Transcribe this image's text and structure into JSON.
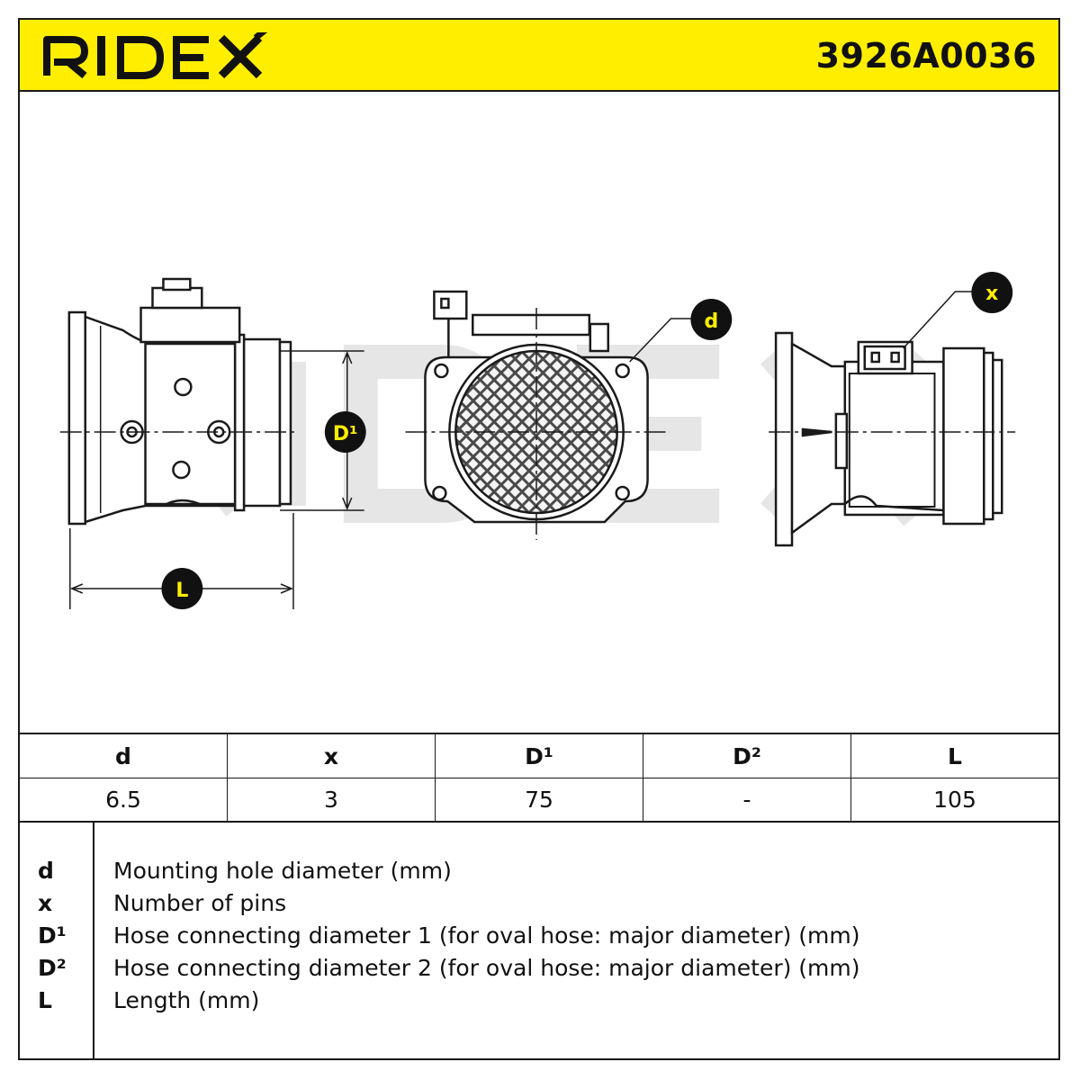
{
  "header": {
    "logo_text": "RIDEX",
    "part_number": "3926A0036"
  },
  "drawing": {
    "watermark": "RIDEX",
    "callouts": {
      "D1": "D¹",
      "L": "L",
      "d": "d",
      "x": "x"
    }
  },
  "spec_table": {
    "columns": [
      "d",
      "x",
      "D¹",
      "D²",
      "L"
    ],
    "values": [
      "6.5",
      "3",
      "75",
      "-",
      "105"
    ]
  },
  "legend": [
    {
      "symbol": "d",
      "text": "Mounting hole diameter (mm)"
    },
    {
      "symbol": "x",
      "text": "Number of pins"
    },
    {
      "symbol": "D¹",
      "text": "Hose connecting diameter 1 (for oval hose: major diameter) (mm)"
    },
    {
      "symbol": "D²",
      "text": "Hose connecting diameter 2 (for oval hose: major diameter) (mm)"
    },
    {
      "symbol": "L",
      "text": "Length (mm)"
    }
  ],
  "colors": {
    "brand_yellow": "#ffee00",
    "ink": "#1a1a1a",
    "watermark": "#e8e8e8"
  }
}
